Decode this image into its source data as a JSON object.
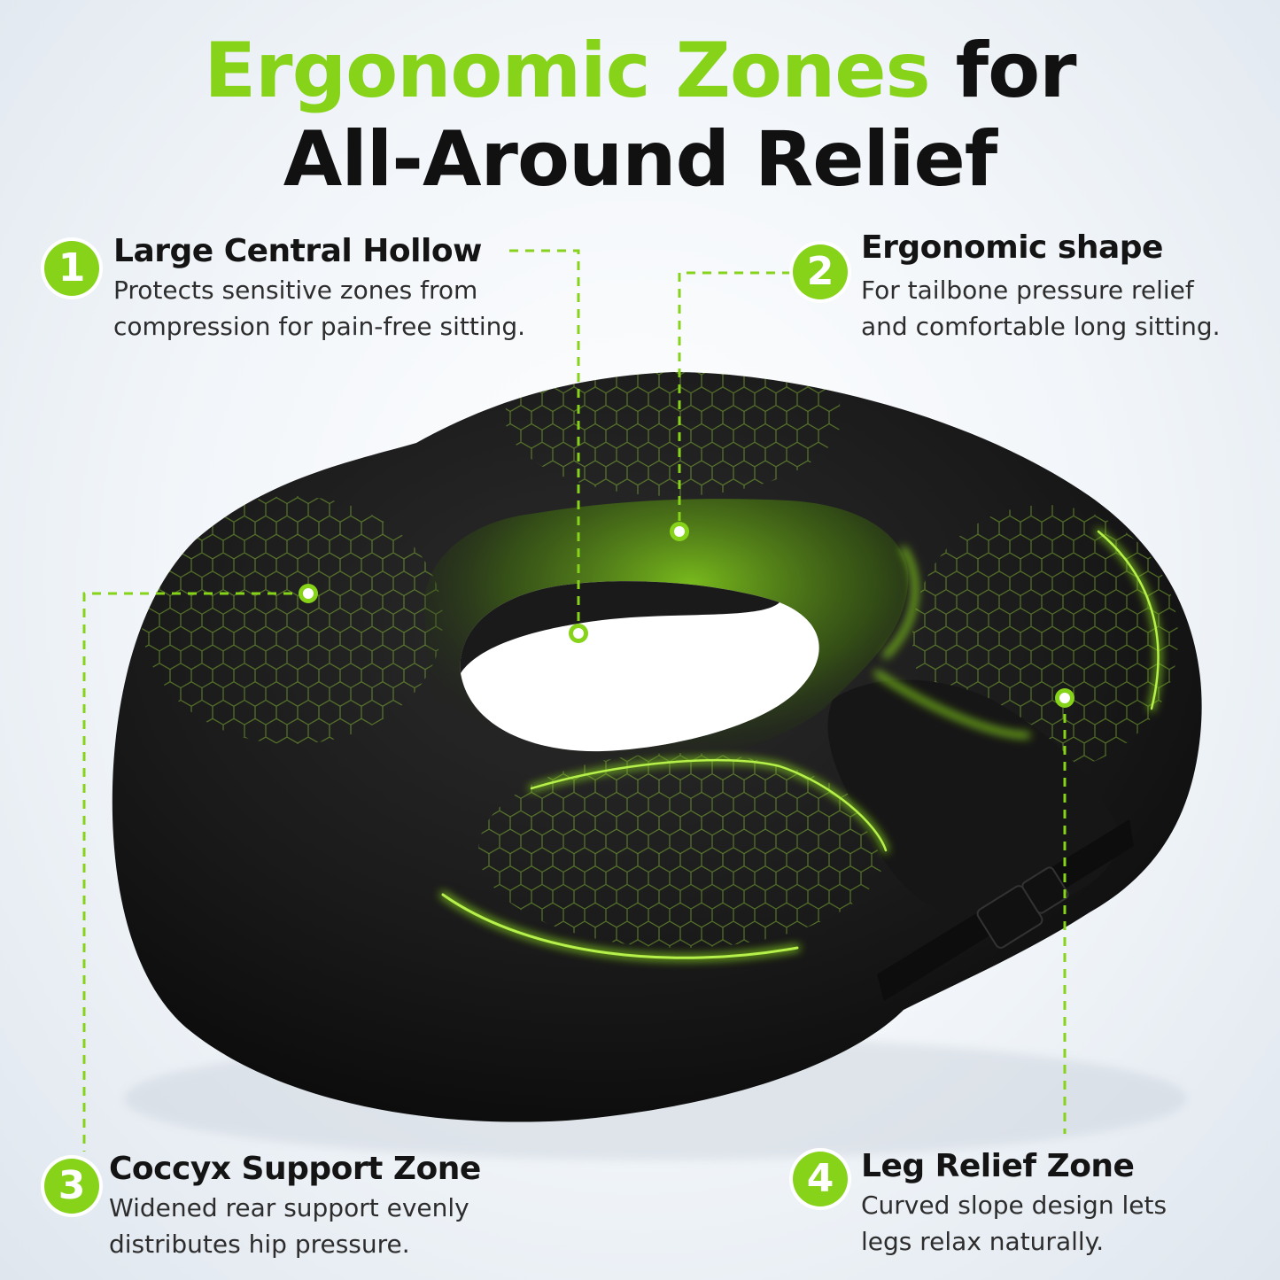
{
  "headline": {
    "accent": "Ergonomic Zones",
    "rest": "for",
    "line2": "All-Around Relief"
  },
  "colors": {
    "accent": "#86d31a",
    "cushion": "#1b1b1b",
    "text": "#141414"
  },
  "callouts": [
    {
      "number": "1",
      "title": "Large Central Hollow",
      "lines": [
        "Protects sensitive zones from",
        "compression for pain-free sitting."
      ]
    },
    {
      "number": "2",
      "title": "Ergonomic shape",
      "lines": [
        "For tailbone pressure relief",
        "and comfortable long sitting."
      ]
    },
    {
      "number": "3",
      "title": "Coccyx Support Zone",
      "lines": [
        "Widened rear support evenly",
        "distributes hip pressure."
      ]
    },
    {
      "number": "4",
      "title": "Leg Relief Zone",
      "lines": [
        "Curved slope design lets",
        "legs relax naturally."
      ]
    }
  ]
}
